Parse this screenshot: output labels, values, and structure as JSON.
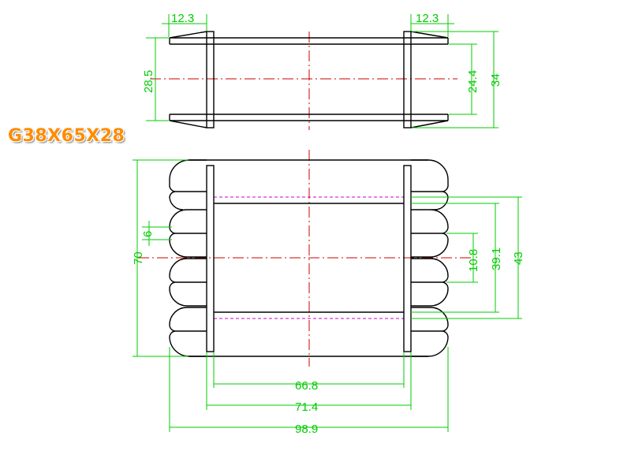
{
  "title": "G38X65X28",
  "colors": {
    "outline": "#000000",
    "dimension": "#00cc00",
    "centerline": "#cc0000",
    "hidden": "#cc00cc",
    "title": "#ff8c00"
  },
  "top_view": {
    "dims": {
      "flange_left": "12.3",
      "flange_right": "12.3",
      "height_left": "28.5",
      "inner_height": "24.4",
      "overall_height": "34"
    }
  },
  "front_view": {
    "dims": {
      "overall_height": "70",
      "slot_width": "6",
      "slot_pitch": "10.8",
      "inner_span": "39.1",
      "outer_span": "43",
      "inner_length": "66.8",
      "mid_length": "71.4",
      "overall_length": "98.9"
    }
  }
}
